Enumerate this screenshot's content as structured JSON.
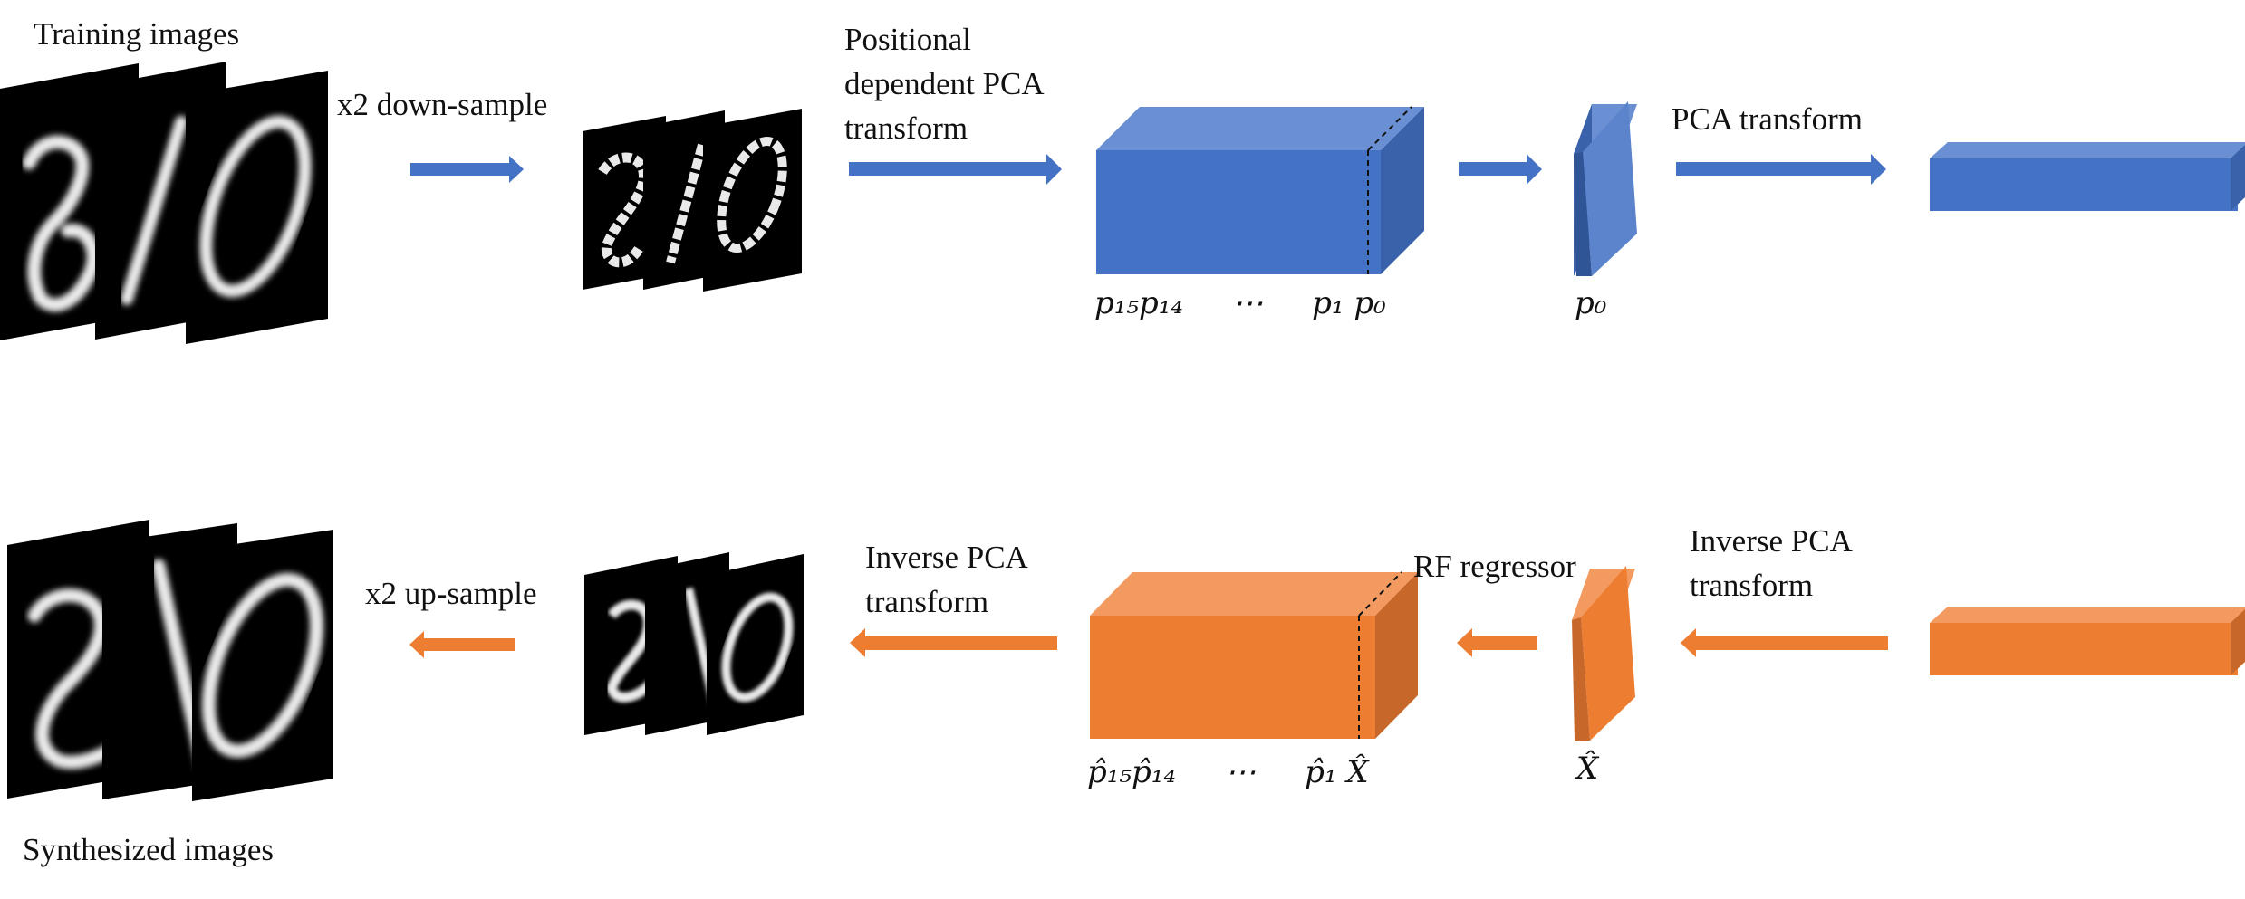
{
  "diagram": {
    "top": {
      "input_label": "Training images",
      "downsample_label": "x2 down-sample",
      "pca_label": [
        "Positional",
        "dependent PCA",
        "transform"
      ],
      "cuboid_label": "p₁₅p₁₄     ⋯     p₁ p₀",
      "slab_label": "p₀",
      "pca2_label": "PCA transform"
    },
    "bottom": {
      "output_label": "Synthesized images",
      "upsample_label": "x2 up-sample",
      "inv_pca_label": [
        "Inverse PCA",
        "transform"
      ],
      "cuboid_label": "p̂₁₅p̂₁₄     ⋯     p̂₁ X̂",
      "rf_label": "RF regressor",
      "slab_label": "X̂",
      "inv_pca2_label": [
        "Inverse PCA",
        "transform"
      ]
    },
    "colors": {
      "blue_front": "#4472c4",
      "blue_top": "#6a8fd2",
      "blue_side": "#3a62aa",
      "blue_arrow": "#4472c4",
      "orange_front": "#ed7d31",
      "orange_top": "#f29a5f",
      "orange_side": "#c8672a",
      "orange_arrow": "#ed7d31",
      "image_bg": "#000000",
      "stroke": "#e9e9e9"
    }
  }
}
